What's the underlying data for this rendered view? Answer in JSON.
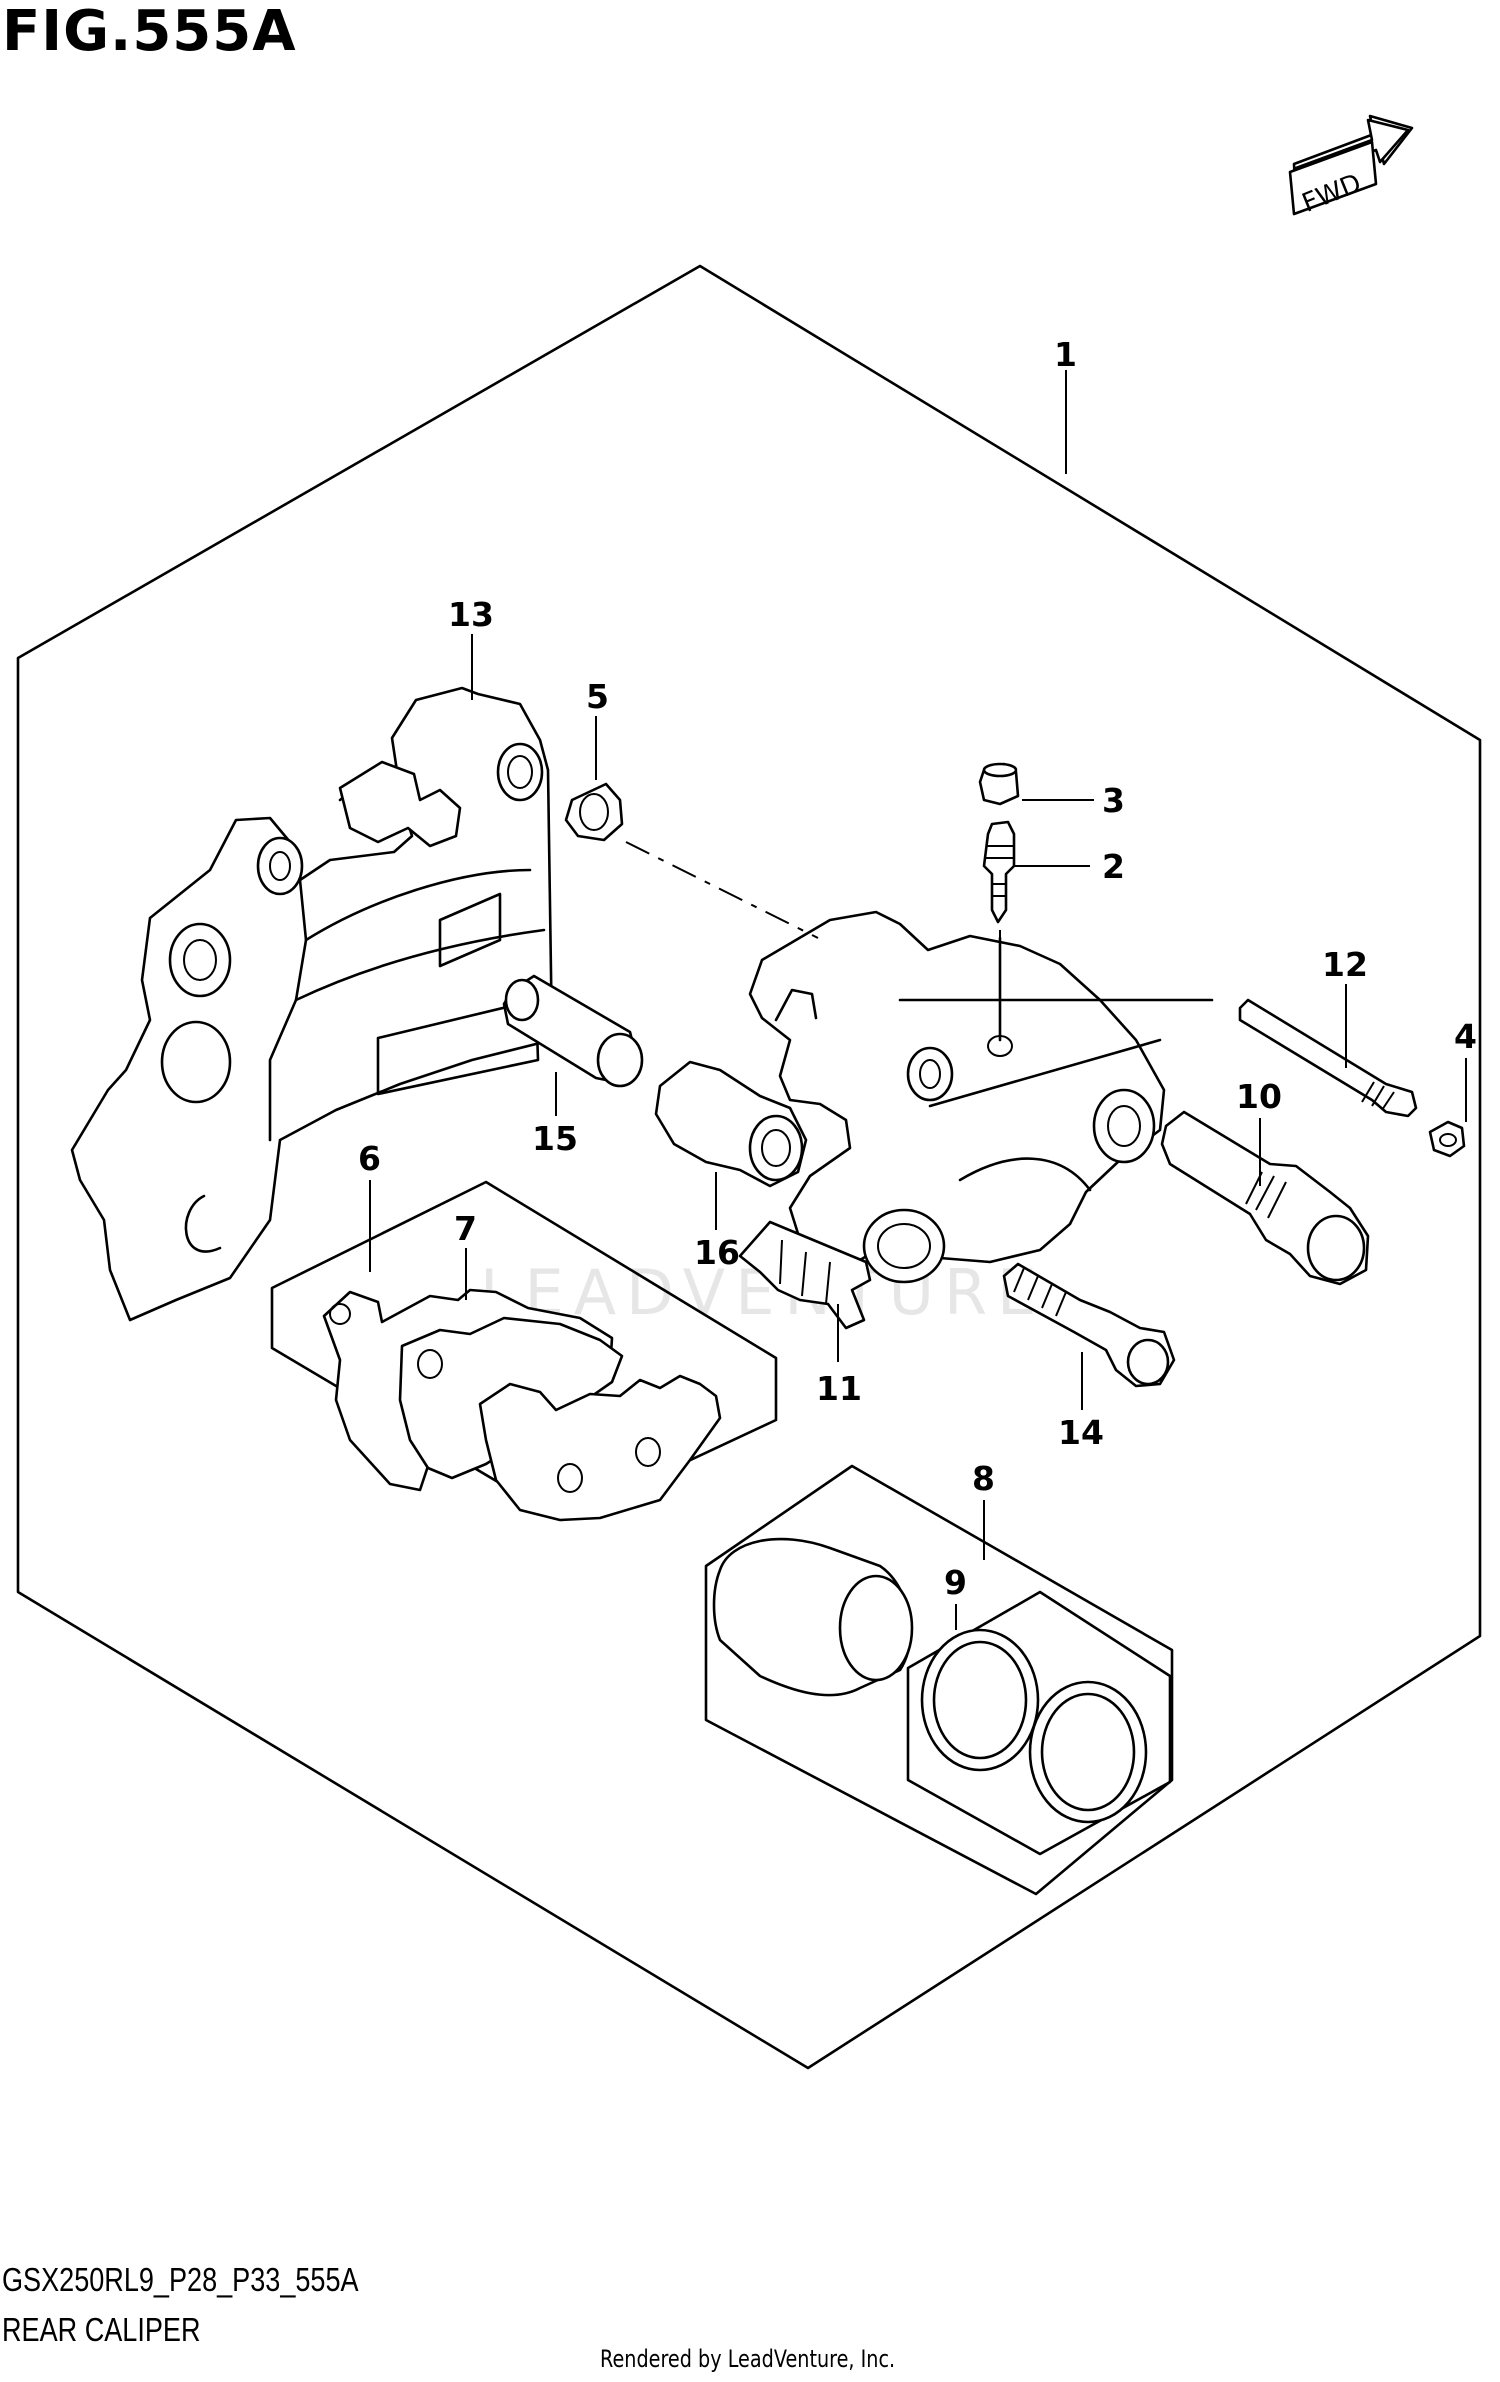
{
  "figure": {
    "title": "FIG.555A",
    "code": "GSX250RL9_P28_P33_555A",
    "subtitle": "REAR CALIPER",
    "credit": "Rendered by LeadVenture, Inc.",
    "watermark": "LEADVENTURE",
    "direction_arrow": "FWD"
  },
  "callouts": [
    "1",
    "2",
    "3",
    "4",
    "5",
    "6",
    "7",
    "8",
    "9",
    "10",
    "11",
    "12",
    "13",
    "14",
    "15",
    "16"
  ]
}
